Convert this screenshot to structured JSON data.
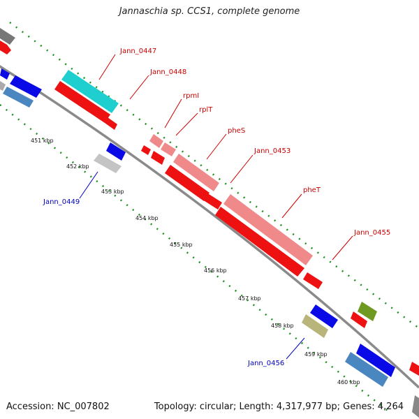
{
  "title": "Jannaschia sp. CCS1, complete genome",
  "footer": {
    "accession": "Accession: NC_007802",
    "summary": "Topology: circular; Length: 4,317,977 bp; Genes: 4,264"
  },
  "colors": {
    "backbone": "#8a8a8a",
    "tick_dots": "#1d8f1d",
    "cds_red": "#ee1111",
    "rRNA_pink": "#f08a8a",
    "cyan": "#1fcfcf",
    "blue": "#0a0ae6",
    "steelblue": "#4a86c0",
    "gray": "#c4c4c4",
    "olive": "#b9b57a",
    "olive_green": "#6e9a22",
    "label_red": "#cc0000",
    "label_blue": "#0000bb"
  },
  "kbp_ticks": [
    "451 kbp",
    "452 kbp",
    "453 kbp",
    "454 kbp",
    "455 kbp",
    "456 kbp",
    "457 kbp",
    "458 kbp",
    "459 kbp",
    "460 kbp"
  ],
  "gene_labels": [
    "Jann_0447",
    "Jann_0448",
    "rpmI",
    "rplT",
    "pheS",
    "Jann_0453",
    "pheT",
    "Jann_0455",
    "Jann_0449",
    "Jann_0456"
  ]
}
